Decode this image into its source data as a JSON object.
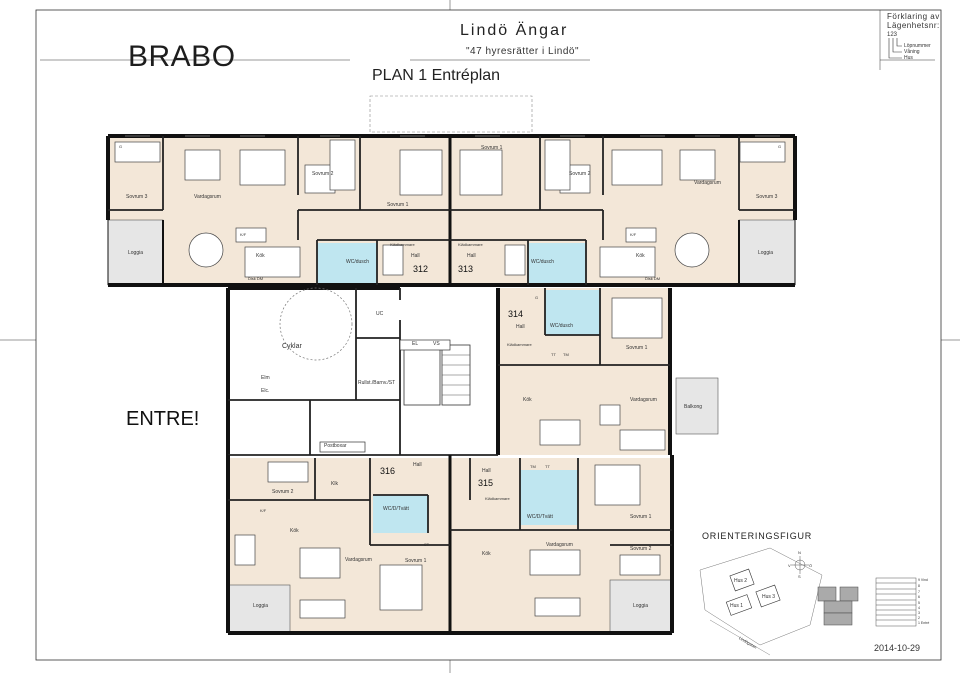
{
  "header": {
    "brand": "BRABO",
    "project_title": "Lindö Ängar",
    "subtitle": "\"47 hyresrätter i Lindö\"",
    "plan_title": "PLAN 1  Entréplan",
    "date": "2014-10-29"
  },
  "legend": {
    "title_line1": "Förklaring av",
    "title_line2": "Lägenhetsnr:",
    "example_number": "123",
    "items": [
      "Löpnummer",
      "Våning",
      "Hus"
    ]
  },
  "entrance_label": "ENTRE!",
  "apartments": [
    {
      "number": "312"
    },
    {
      "number": "313"
    },
    {
      "number": "314"
    },
    {
      "number": "316"
    },
    {
      "number": "315"
    }
  ],
  "rooms": {
    "sovrum_1": "Sovrum 1",
    "sovrum_2": "Sovrum 2",
    "sovrum_3": "Sovrum 3",
    "vardagsrum": "Vardagsrum",
    "kok": "Kök",
    "loggia": "Loggia",
    "hall": "Hall",
    "wc_dusch": "WC/dusch",
    "wcd_tvatt": "WC/D/Tvätt",
    "balkong": "Balkong",
    "cyklar": "Cyklar",
    "uc": "UC",
    "el": "EL",
    "vs": "VS",
    "elm": "Elm",
    "elc": "Elc.",
    "rullst": "Rullst./Barnv./ST",
    "postboxar": "Postboxar",
    "klk": "Klk",
    "kladkammare": "Klädkammare",
    "g": "G",
    "kf": "K/F",
    "disk": "Disk DM",
    "tm": "TM",
    "tt": "TT",
    "st": "ST"
  },
  "orientation": {
    "title": "ORIENTERINGSFIGUR",
    "hus_labels": [
      "Hus 1",
      "Hus 2",
      "Hus 3"
    ],
    "compass": [
      "N",
      "V",
      "Ö",
      "S"
    ],
    "floor_labels": [
      "9 Vind",
      "8",
      "7",
      "6",
      "5",
      "4",
      "3",
      "2",
      "1 Entré"
    ],
    "street": "Lindögatan"
  },
  "colors": {
    "wall": "#111111",
    "apartment_fill": "#f3e7d8",
    "wet_room_fill": "#bfe6f0",
    "loggia_fill": "#e6e6e6",
    "common_fill": "#ffffff"
  }
}
